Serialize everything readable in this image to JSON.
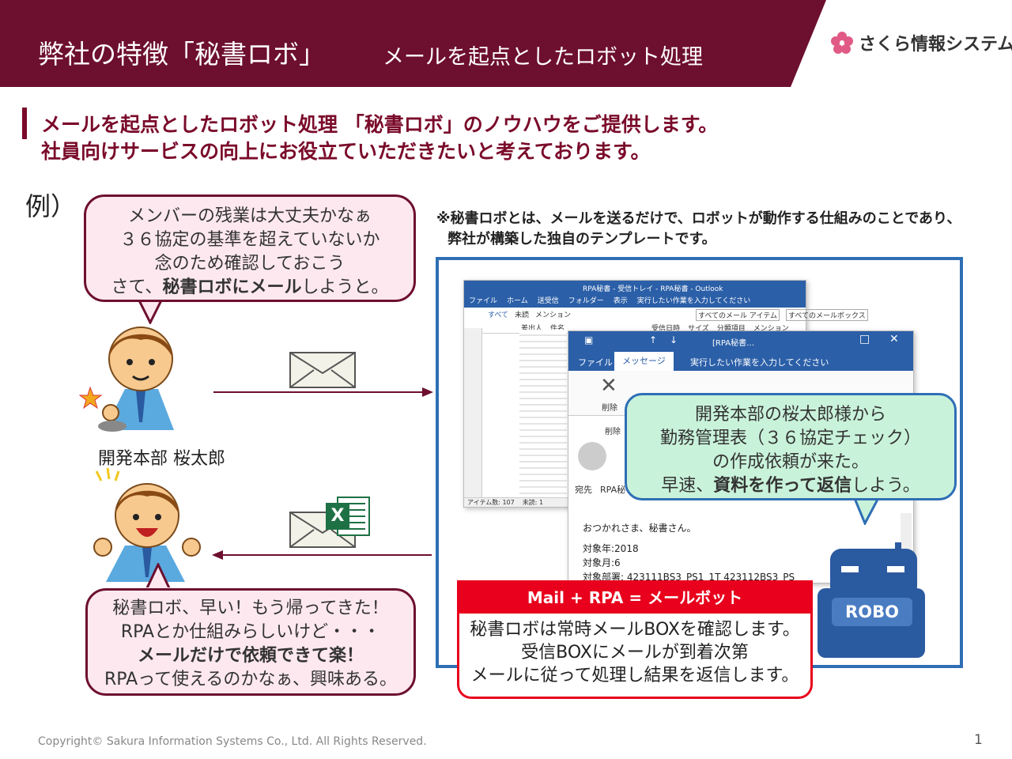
{
  "header": {
    "title": "弊社の特徴「秘書ロボ」",
    "subtitle": "メールを起点としたロボット処理",
    "logo_text": "さくら情報システム",
    "bg_color": "#6d0f2e"
  },
  "headline": {
    "line1": "メールを起点としたロボット処理 「秘書ロボ」のノウハウをご提供します。",
    "line2": "社員向けサービスの向上にお役立ていただきたいと考えております。"
  },
  "example_label": "例）",
  "bubble_top": {
    "line1": "メンバーの残業は大丈夫かなぁ",
    "line2": "３６協定の基準を超えていないか",
    "line3": "念のため確認しておこう",
    "line4_pre": "さて、",
    "line4_bold": "秘書ロボにメール",
    "line4_post": "しようと。"
  },
  "person_name": "開発本部 桜太郎",
  "note": {
    "line1": "※秘書ロボとは、メールを送るだけで、ロボットが動作する仕組みのことであり、",
    "line2": "弊社が構築した独自のテンプレートです。"
  },
  "outlook_main": {
    "title": "RPA秘書 - 受信トレイ - RPA秘書 - Outlook",
    "menu": [
      "ファイル",
      "ホーム",
      "送受信",
      "フォルダー",
      "表示"
    ],
    "tell_me": "実行したい作業を入力してください",
    "tabs": [
      "すべて",
      "未読",
      "メンション"
    ],
    "columns": [
      "差出人",
      "件名",
      "受信日時",
      "サイズ",
      "分類項目",
      "メンション"
    ],
    "search_placeholder": "すべてのメール アイテム",
    "scope": "すべてのメールボックス",
    "status_items": "アイテム数: 107",
    "status_unread": "未読: 1"
  },
  "outlook_mail": {
    "title": "[RPA秘書…",
    "tab_file": "ファイル",
    "tab_message": "メッセージ",
    "tell_me": "実行したい作業を入力してください",
    "delete_label": "削除",
    "delete_group": "削除",
    "to_label": "宛先",
    "to_value": "RPA秘",
    "body": [
      "おつかれさま、秘書さん。",
      "対象年:2018",
      "対象月:6",
      "対象部署: 423111BS3_PS1_1T 423112BS3_PS"
    ]
  },
  "bubble_green": {
    "line1": "開発本部の桜太郎様から",
    "line2": "勤務管理表（３６協定チェック）",
    "line3": "の作成依頼が来た。",
    "line4_pre": "早速、",
    "line4_bold": "資料を作って返信",
    "line4_post": "しよう。"
  },
  "robot_label": "ROBO",
  "mailrpa": {
    "title": "Mail + RPA = メールボット",
    "line1": "秘書ロボは常時メールBOXを確認します。",
    "line2": "受信BOXにメールが到着次第",
    "line3": "メールに従って処理し結果を返信します。"
  },
  "bubble_bottom": {
    "line1": "秘書ロボ、早い！もう帰ってきた！",
    "line2": "RPAとか仕組みらしいけど・・・",
    "line3": "メールだけで依頼できて楽！",
    "line4": "RPAって使えるのかなぁ、興味ある。"
  },
  "excel_label": "X",
  "footer": "Copyright© Sakura Information Systems Co., Ltd. All Rights Reserved.",
  "page_number": "1"
}
